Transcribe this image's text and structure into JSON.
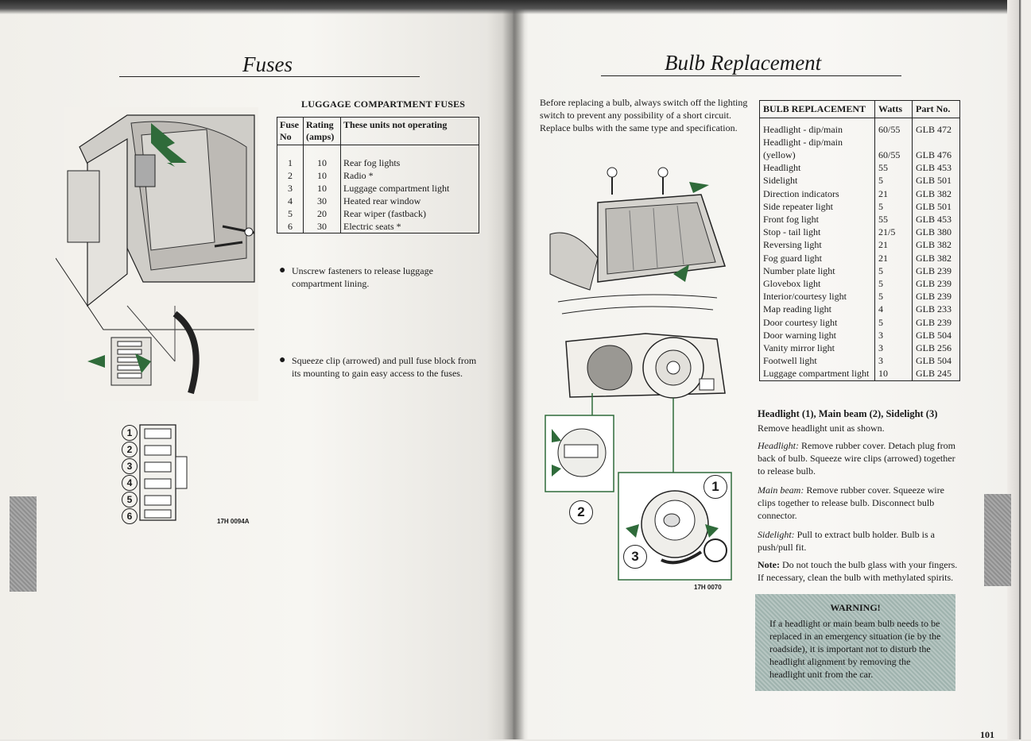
{
  "left_page": {
    "title": "Fuses",
    "table_heading": "LUGGAGE COMPARTMENT FUSES",
    "columns": [
      "Fuse No",
      "Rating (amps)",
      "These units not operating"
    ],
    "rows": [
      [
        "1",
        "10",
        "Rear fog lights"
      ],
      [
        "2",
        "10",
        "Radio *"
      ],
      [
        "3",
        "10",
        "Luggage compartment light"
      ],
      [
        "4",
        "30",
        "Heated rear window"
      ],
      [
        "5",
        "20",
        "Rear wiper (fastback)"
      ],
      [
        "6",
        "30",
        "Electric seats *"
      ]
    ],
    "bullet1": "Unscrew fasteners to release luggage compartment lining.",
    "bullet2": "Squeeze clip (arrowed) and pull fuse block from its mounting to gain easy access to the fuses.",
    "figure_caption": "17H 0094A",
    "fuse_numbers": [
      "1",
      "2",
      "3",
      "4",
      "5",
      "6"
    ]
  },
  "right_page": {
    "title": "Bulb Replacement",
    "intro": "Before replacing a bulb, always switch off the lighting switch to prevent any possibility of a short circuit. Replace bulbs with the same type and specification.",
    "table_columns": [
      "BULB REPLACEMENT",
      "Watts",
      "Part No."
    ],
    "table_rows": [
      [
        "Headlight - dip/main",
        "60/55",
        "GLB 472"
      ],
      [
        "Headlight - dip/main (yellow)",
        "60/55",
        "GLB 476"
      ],
      [
        "Headlight",
        "55",
        "GLB 453"
      ],
      [
        "Sidelight",
        "5",
        "GLB 501"
      ],
      [
        "Direction indicators",
        "21",
        "GLB 382"
      ],
      [
        "Side repeater light",
        "5",
        "GLB 501"
      ],
      [
        "Front fog light",
        "55",
        "GLB 453"
      ],
      [
        "Stop - tail light",
        "21/5",
        "GLB 380"
      ],
      [
        "Reversing light",
        "21",
        "GLB 382"
      ],
      [
        "Fog guard light",
        "21",
        "GLB 382"
      ],
      [
        "Number plate light",
        "5",
        "GLB 239"
      ],
      [
        "Glovebox light",
        "5",
        "GLB 239"
      ],
      [
        "Interior/courtesy light",
        "5",
        "GLB 239"
      ],
      [
        "Map reading light",
        "4",
        "GLB 233"
      ],
      [
        "Door courtesy light",
        "5",
        "GLB 239"
      ],
      [
        "Door warning light",
        "3",
        "GLB 504"
      ],
      [
        "Vanity mirror light",
        "3",
        "GLB 256"
      ],
      [
        "Footwell light",
        "3",
        "GLB 504"
      ],
      [
        "Luggage compartment light",
        "10",
        "GLB 245"
      ]
    ],
    "subheading": "Headlight (1), Main beam (2), Sidelight (3)",
    "sub_intro": "Remove headlight unit as shown.",
    "headlight_label": "Headlight:",
    "headlight_text": "Remove rubber cover. Detach plug from back of bulb. Squeeze wire clips (arrowed) together to release bulb.",
    "mainbeam_label": "Main beam:",
    "mainbeam_text": "Remove rubber cover. Squeeze wire clips together to release bulb. Disconnect bulb connector.",
    "sidelight_label": "Sidelight:",
    "sidelight_text": "Pull to extract bulb holder. Bulb is a push/pull fit.",
    "note_label": "Note:",
    "note_text": "Do not touch the bulb glass with your fingers. If necessary, clean the bulb with methylated spirits.",
    "warning_title": "WARNING!",
    "warning_text": "If a headlight or main beam bulb needs to be replaced in an emergency situation (ie by the roadside), it is important not to disturb the headlight alignment by removing the headlight unit from the car.",
    "figure_caption": "17H 0070",
    "callouts": [
      "1",
      "2",
      "3"
    ],
    "page_number": "101"
  }
}
